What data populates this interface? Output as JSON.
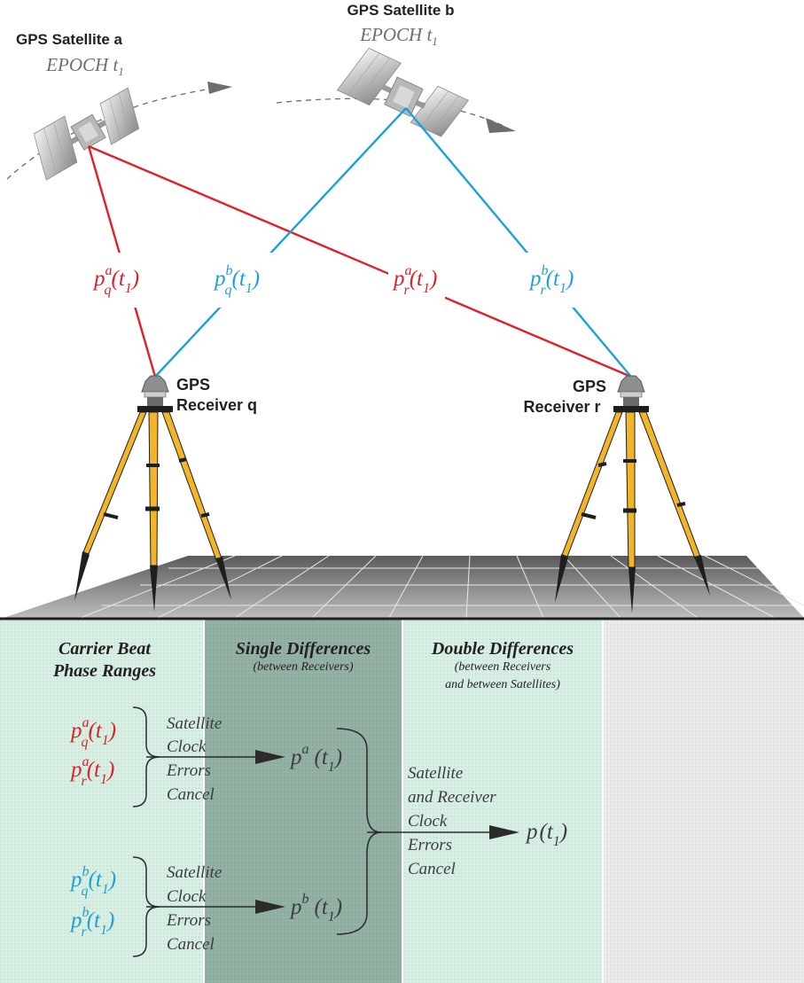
{
  "satellites": {
    "a": {
      "name": "GPS Satellite a",
      "epoch": "EPOCH",
      "epoch_sub": "1"
    },
    "b": {
      "name": "GPS Satellite b",
      "epoch": "EPOCH",
      "epoch_sub": "1"
    }
  },
  "receivers": {
    "q": {
      "line1": "GPS",
      "line2": "Receiver q"
    },
    "r": {
      "line1": "GPS",
      "line2": "Receiver r"
    }
  },
  "ranges": {
    "pqa": {
      "base": "p",
      "sup": "a",
      "sub": "q",
      "arg": "(t",
      "arg_sub": "1",
      "close": ")"
    },
    "pqb": {
      "base": "p",
      "sup": "b",
      "sub": "q",
      "arg": "(t",
      "arg_sub": "1",
      "close": ")"
    },
    "pra": {
      "base": "p",
      "sup": "a",
      "sub": "r",
      "arg": "(t",
      "arg_sub": "1",
      "close": ")"
    },
    "prb": {
      "base": "p",
      "sup": "b",
      "sub": "r",
      "arg": "(t",
      "arg_sub": "1",
      "close": ")"
    }
  },
  "columns": {
    "carrier": {
      "title_line1": "Carrier Beat",
      "title_line2": "Phase Ranges"
    },
    "single": {
      "title": "Single Differences",
      "subtitle": "(between Receivers)"
    },
    "double": {
      "title": "Double Differences",
      "subtitle_line1": "(between Receivers",
      "subtitle_line2": "and between Satellites)"
    }
  },
  "notes": {
    "sat_clock": [
      "Satellite",
      "Clock",
      "Errors",
      "Cancel"
    ],
    "sat_rcv_clock": [
      "Satellite",
      "and Receiver",
      "Clock",
      "Errors",
      "Cancel"
    ]
  },
  "results": {
    "single_a": {
      "base": "p",
      "sup": "a",
      "arg": "(t",
      "arg_sub": "1",
      "close": ")"
    },
    "single_b": {
      "base": "p",
      "sup": "b",
      "arg": "(t",
      "arg_sub": "1",
      "close": ")"
    },
    "double": {
      "base": "p",
      "arg": "(t",
      "arg_sub": "1",
      "close": ")"
    }
  },
  "colors": {
    "satellite_a_signal": "#e11f26",
    "satellite_b_signal": "#1ba1d9",
    "panel_light": "#d3ede2",
    "panel_dark": "#8fae9e",
    "panel_grey": "#e6e6e6",
    "tripod_leg": "#f2b52a"
  }
}
